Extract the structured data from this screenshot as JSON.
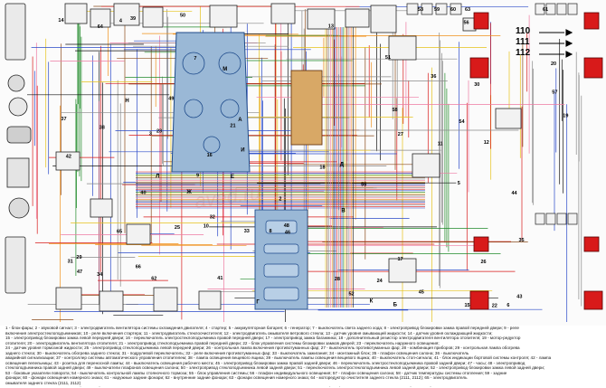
{
  "diagram": {
    "callouts": [
      {
        "number": "110"
      },
      {
        "number": "111"
      },
      {
        "number": "112"
      }
    ],
    "top_labels": [
      "53",
      "59",
      "60",
      "63",
      "61"
    ],
    "node_numbers": [
      "2",
      "3",
      "4",
      "5",
      "6",
      "7",
      "8",
      "9",
      "10",
      "11",
      "12",
      "13",
      "14",
      "15",
      "16",
      "17",
      "18",
      "19",
      "20",
      "21",
      "22",
      "23",
      "24",
      "25",
      "26",
      "27",
      "28",
      "29",
      "30",
      "31",
      "32",
      "33",
      "34",
      "35",
      "36",
      "37",
      "38",
      "39",
      "40",
      "41",
      "42",
      "43",
      "44",
      "45",
      "46",
      "47",
      "48",
      "49",
      "50",
      "51",
      "52",
      "54",
      "55",
      "56",
      "57",
      "58",
      "62",
      "64",
      "65",
      "66"
    ],
    "connector_letters": [
      "А",
      "Б",
      "В",
      "Г",
      "Д",
      "Е",
      "Ж",
      "И",
      "К",
      "Л",
      "М",
      "Н"
    ],
    "watermark": "aved.ru",
    "colors": {
      "red": "#d81a1a",
      "blue": "#2848c8",
      "green": "#1f8a2a",
      "yellow": "#e6c21a",
      "brown": "#8a4a1a",
      "grey": "#888888",
      "pink": "#ee7aa2",
      "orange": "#f0901a",
      "black": "#111111",
      "panel": "#9ab8d6",
      "block": "#d8a866"
    }
  },
  "legend": {
    "lines": [
      "1 - блок-фары; 2 - звуковой сигнал; 3 - электродвигатель вентилятора системы охлаждения двигателя; 4 - стартер; 5 - аккумуляторная батарея; 6 - генератор; 7 - выключатель света заднего хода; 8 - электропривод блокировки замка правой передней двери; 9 - реле",
      "включения электростеклоподъемников; 10 - реле включения стартера; 11 - электродвигатель стеклоочистителя; 12 - электродвигатель омывателя ветрового стекла; 13 - датчик уровня омывающей жидкости; 14 - датчик уровня охлаждающей жидкости;",
      "15 - электропривод блокировки замка левой передней двери; 16 - переключатель электростеклоподъемника правой передней двери; 17 - электропривод замка багажника; 18 - дополнительный резистор электродвигателя вентилятора отопителя; 19 - мотор-редуктор",
      "отопителя; 20 - электродвигатель вентилятора отопителя; 21 - электропривод стеклоподъемника правой передней двери; 22 - блок управления системы блокировки замков дверей; 23 - переключатель наружного освещения;",
      "24 - датчик уровня тормозной жидкости; 25 - электропривод стеклоподъемника левой передней двери; 26 - контрольная лампа включения противотуманных фар; 27 - выключатель противотуманных фар; 28 - комбинация приборов; 29 - контрольная лампа обогрева",
      "заднего стекла; 30 - выключатель обогрева заднего стекла; 31 - подрулевой переключатель; 32 - реле включения противотуманных фар; 33 - выключатель зажигания; 34 - монтажный блок; 35 - плафон освещения салона; 36 - выключатель",
      "аварийной сигнализации; 37 - контроллер системы автоматического управления отопителем; 38 - лампа освещения вещевого ящика; 39 - выключатель лампы освещения вещевого ящика; 40 - выключатель стоп-сигнала; 41 - блок индикации бортовой системы контроля; 42 - лампа",
      "освещения пепельницы; 43 - розетка для переносной лампы; 44 - выключатель освещения рабочего места; 45 - электропривод блокировки замка правой задней двери; 46 - переключатель электростеклоподъемника правой задней двери; 47 - часы; 48 - электропривод",
      "стеклоподъемника правой задней двери; 49 - выключатели плафонов освещения салона; 50 - электропривод стеклоподъемника левой задней двери; 51 - переключатель электростеклоподъемника левой задней двери; 52 - электропривод блокировки замка левой задней двери;",
      "53 - боковые указатели поворота; 54 - выключатель контрольной лампы стояночного тормоза; 55 - блок управления системы; 56 - плафон индивидуального освещения; 57 - плафон освещения салона; 58 - датчик температуры системы отопления; 59 - задние",
      "фонари; 60 - фонари освещения номерного знака; 61 - наружные задние фонари; 62 - внутренние задние фонари; 63 - фонари освещения номерного знака; 64 - моторедуктор очистителя заднего стекла (2111, 2112); 65 - электродвигатель",
      "омывателя заднего стекла (2111, 2112)",
      "А - колодка для подсоединения правой передней колонки; Б - колодка для подключения аудиоаппаратуры; В - колодка для подсоединения омывателя заднего стекла (2110); Г - колодка для подключения левой передней колонки; Д - колодка для",
      "подключения жгута проводов системы управления двигателем; Е - разъем для диагностики электронных систем; Ж - колодка для подсоединения колонок; И - колодки для подключения жгута управления двигателем; К - колодка для подключения левой задней колонки;",
      "Л - колодка для подключения правой задней колонки; М - колодка для подключения бортового компьютера; Н - к электроприводу замка багажника; и колодки для подключения дополнительного стоп-сигнала; и колодка для подключения обогрева заднего стекла"
    ]
  }
}
